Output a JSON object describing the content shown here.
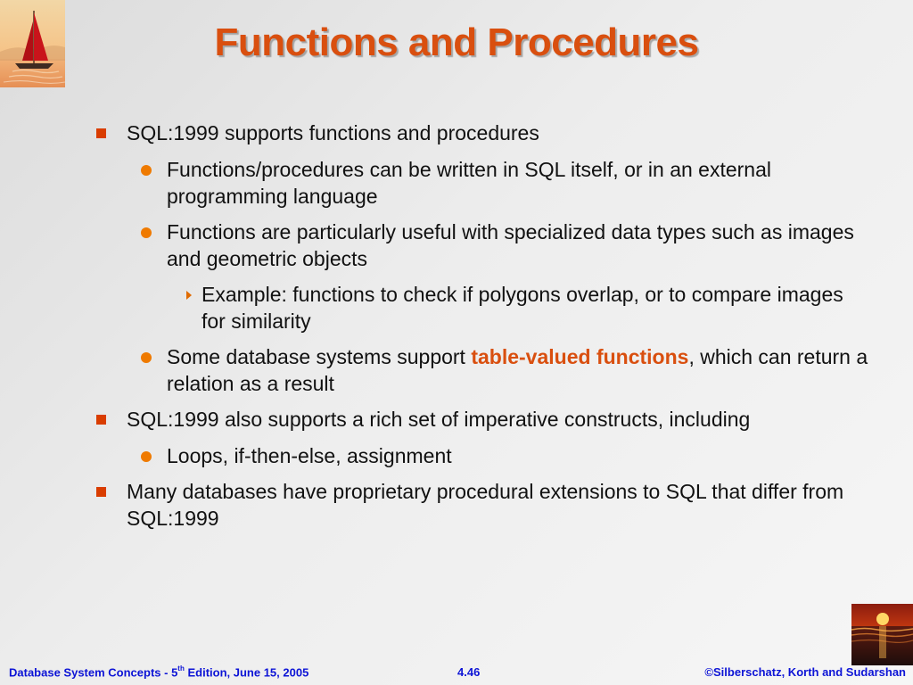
{
  "slide": {
    "title": "Functions and Procedures",
    "bullets": {
      "b1": "SQL:1999 supports functions and procedures",
      "b1_1": "Functions/procedures can be written in SQL itself, or in an external programming language",
      "b1_2": "Functions are particularly useful with specialized data types such as images and geometric objects",
      "b1_2_1": "Example: functions to check if polygons overlap, or to compare images for similarity",
      "b1_3": {
        "before": "Some database systems support ",
        "highlight": "table-valued functions",
        "after": ", which can return a relation as a result"
      },
      "b2": "SQL:1999 also supports a rich set of imperative constructs, including",
      "b2_1": "Loops, if-then-else, assignment",
      "b3": "Many databases have proprietary procedural extensions to SQL that differ from SQL:1999"
    }
  },
  "footer": {
    "left_prefix": "Database System Concepts - 5",
    "left_sup": "th",
    "left_suffix": " Edition,  June  15, 2005",
    "center": "4.46",
    "right": "©Silberschatz, Korth and Sudarshan"
  },
  "colors": {
    "title": "#d94f0f",
    "level1_bullet": "#d93d00",
    "level2_bullet": "#ef7a00",
    "level3_bullet": "#e06b00",
    "footer_text": "#0d14d6"
  },
  "icons": {
    "top_left": "sailboat-sunset-image",
    "bottom_right": "sunset-ocean-image",
    "level1": "square-bullet-icon",
    "level2": "circle-bullet-icon",
    "level3": "triangle-bullet-icon"
  }
}
